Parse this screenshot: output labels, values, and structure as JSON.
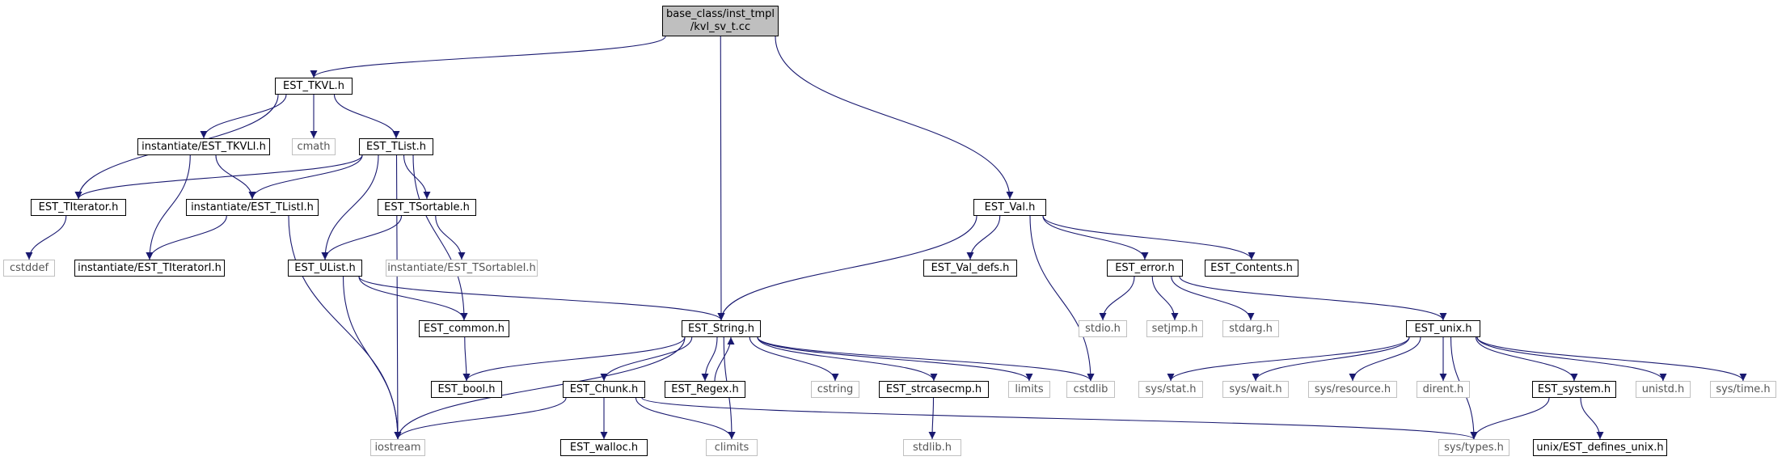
{
  "graph": {
    "root": {
      "line1": "base_class/inst_tmpl",
      "line2": "/kvl_sv_t.cc"
    },
    "nodes": {
      "est_tkvl_h": "EST_TKVL.h",
      "est_val_h": "EST_Val.h",
      "est_string_h": "EST_String.h",
      "inst_est_tkvli_h": "instantiate/EST_TKVLI.h",
      "cmath": "cmath",
      "est_tlist_h": "EST_TList.h",
      "est_titerator_h": "EST_TIterator.h",
      "inst_est_tlisti_h": "instantiate/EST_TListI.h",
      "est_tsortable_h": "EST_TSortable.h",
      "cstddef": "cstddef",
      "inst_est_titeratori_h": "instantiate/EST_TIteratorI.h",
      "est_ulist_h": "EST_UList.h",
      "inst_est_tsortablei_h": "instantiate/EST_TSortableI.h",
      "est_common_h": "EST_common.h",
      "est_bool_h": "EST_bool.h",
      "est_chunk_h": "EST_Chunk.h",
      "est_regex_h": "EST_Regex.h",
      "cstring": "cstring",
      "est_strcasecmp_h": "EST_strcasecmp.h",
      "limits": "limits",
      "cstdlib": "cstdlib",
      "iostream": "iostream",
      "est_walloc_h": "EST_walloc.h",
      "climits": "climits",
      "stdlib_h": "stdlib.h",
      "est_val_defs_h": "EST_Val_defs.h",
      "est_error_h": "EST_error.h",
      "est_contents_h": "EST_Contents.h",
      "stdio_h": "stdio.h",
      "setjmp_h": "setjmp.h",
      "stdarg_h": "stdarg.h",
      "est_unix_h": "EST_unix.h",
      "sys_stat_h": "sys/stat.h",
      "sys_wait_h": "sys/wait.h",
      "sys_resource_h": "sys/resource.h",
      "dirent_h": "dirent.h",
      "est_system_h": "EST_system.h",
      "unistd_h": "unistd.h",
      "sys_time_h": "sys/time.h",
      "sys_types_h": "sys/types.h",
      "unix_est_defines_unix_h": "unix/EST_defines_unix.h"
    },
    "edges": [
      [
        "root",
        "est_tkvl_h"
      ],
      [
        "root",
        "est_string_h"
      ],
      [
        "root",
        "est_val_h"
      ],
      [
        "est_tkvl_h",
        "est_titerator_h"
      ],
      [
        "est_tkvl_h",
        "inst_est_tkvli_h"
      ],
      [
        "est_tkvl_h",
        "cmath"
      ],
      [
        "est_tkvl_h",
        "est_tlist_h"
      ],
      [
        "inst_est_tkvli_h",
        "inst_est_tlisti_h"
      ],
      [
        "inst_est_tkvli_h",
        "inst_est_titeratori_h"
      ],
      [
        "est_tlist_h",
        "est_titerator_h"
      ],
      [
        "est_tlist_h",
        "inst_est_tlisti_h"
      ],
      [
        "est_tlist_h",
        "est_tsortable_h"
      ],
      [
        "est_tlist_h",
        "est_ulist_h"
      ],
      [
        "est_tlist_h",
        "est_common_h"
      ],
      [
        "est_tlist_h",
        "iostream"
      ],
      [
        "est_titerator_h",
        "cstddef"
      ],
      [
        "inst_est_tlisti_h",
        "inst_est_titeratori_h"
      ],
      [
        "inst_est_tlisti_h",
        "iostream"
      ],
      [
        "est_tsortable_h",
        "est_ulist_h"
      ],
      [
        "est_tsortable_h",
        "inst_est_tsortablei_h"
      ],
      [
        "est_ulist_h",
        "est_common_h"
      ],
      [
        "est_ulist_h",
        "est_string_h"
      ],
      [
        "est_ulist_h",
        "iostream"
      ],
      [
        "est_common_h",
        "est_bool_h"
      ],
      [
        "est_val_h",
        "est_string_h"
      ],
      [
        "est_val_h",
        "est_val_defs_h"
      ],
      [
        "est_val_h",
        "est_error_h"
      ],
      [
        "est_val_h",
        "est_contents_h"
      ],
      [
        "est_val_h",
        "cstdlib"
      ],
      [
        "est_string_h",
        "est_bool_h"
      ],
      [
        "est_string_h",
        "iostream"
      ],
      [
        "est_string_h",
        "est_chunk_h"
      ],
      [
        "est_string_h",
        "est_regex_h"
      ],
      [
        "est_string_h",
        "climits"
      ],
      [
        "est_string_h",
        "cstring"
      ],
      [
        "est_string_h",
        "est_strcasecmp_h"
      ],
      [
        "est_string_h",
        "limits"
      ],
      [
        "est_string_h",
        "cstdlib"
      ],
      [
        "est_regex_h",
        "est_string_h"
      ],
      [
        "est_chunk_h",
        "iostream"
      ],
      [
        "est_chunk_h",
        "est_walloc_h"
      ],
      [
        "est_chunk_h",
        "climits"
      ],
      [
        "est_chunk_h",
        "sys_types_h"
      ],
      [
        "est_strcasecmp_h",
        "stdlib_h"
      ],
      [
        "est_error_h",
        "stdio_h"
      ],
      [
        "est_error_h",
        "setjmp_h"
      ],
      [
        "est_error_h",
        "stdarg_h"
      ],
      [
        "est_error_h",
        "est_unix_h"
      ],
      [
        "est_unix_h",
        "sys_stat_h"
      ],
      [
        "est_unix_h",
        "sys_wait_h"
      ],
      [
        "est_unix_h",
        "sys_resource_h"
      ],
      [
        "est_unix_h",
        "dirent_h"
      ],
      [
        "est_unix_h",
        "sys_types_h"
      ],
      [
        "est_unix_h",
        "est_system_h"
      ],
      [
        "est_unix_h",
        "unistd_h"
      ],
      [
        "est_unix_h",
        "sys_time_h"
      ],
      [
        "est_system_h",
        "sys_types_h"
      ],
      [
        "est_system_h",
        "unix_est_defines_unix_h"
      ]
    ],
    "edge_color": "#191970"
  }
}
